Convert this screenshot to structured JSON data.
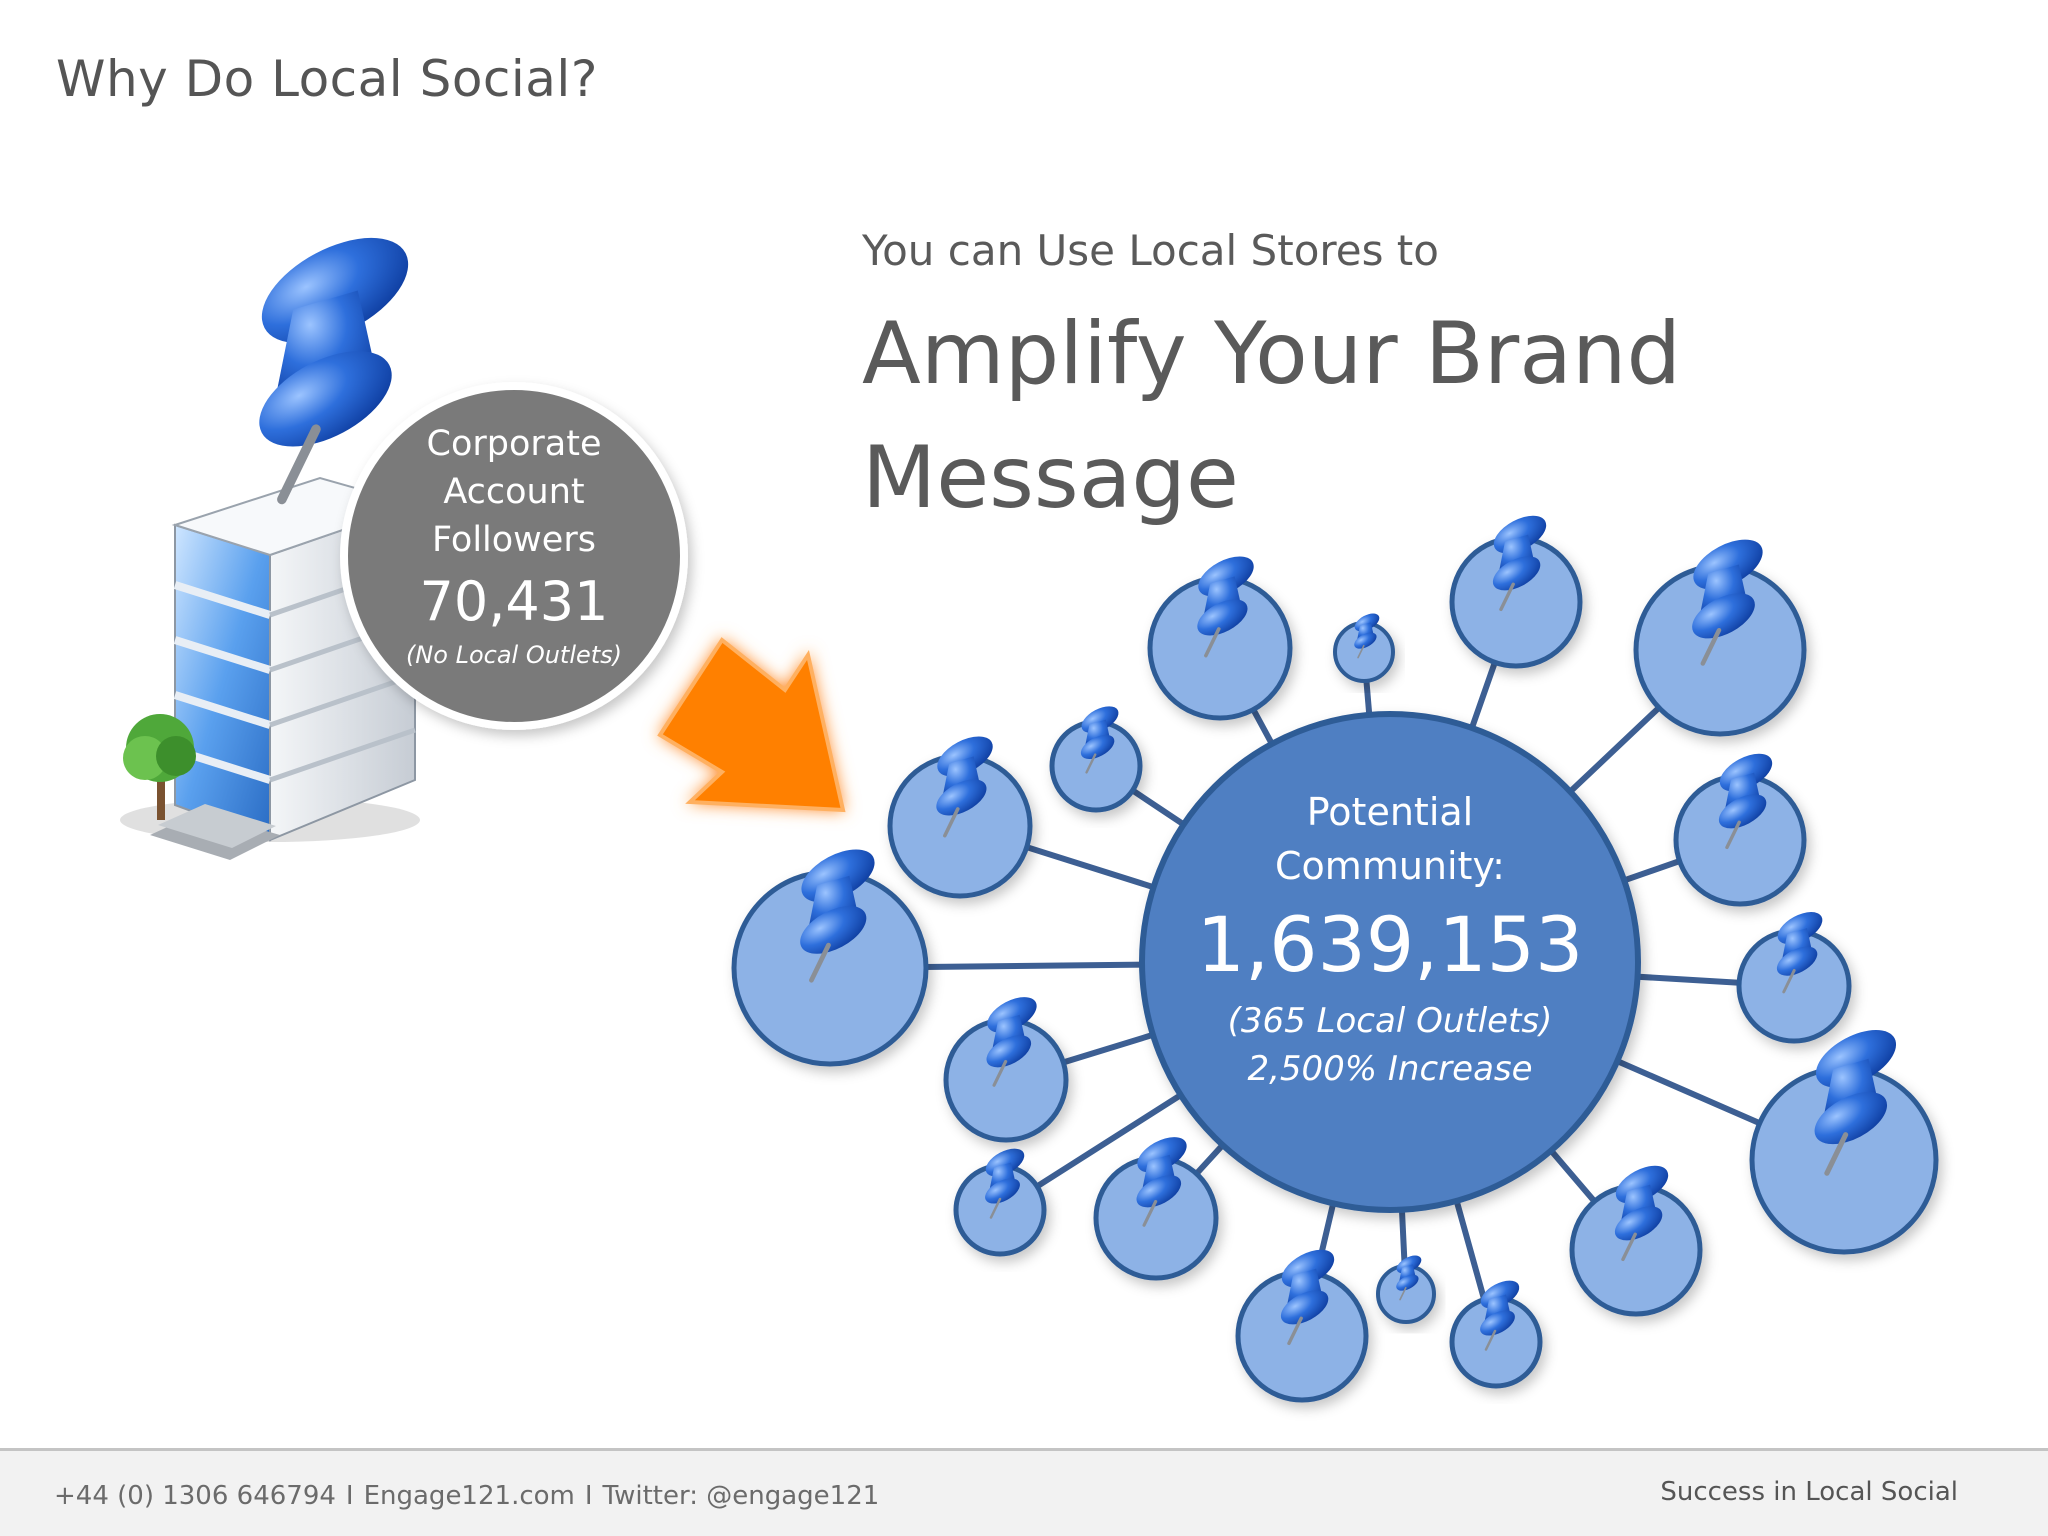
{
  "slide": {
    "title": "Why Do Local Social?",
    "subhead": "You can Use Local Stores to",
    "headline": "Amplify Your Brand Message"
  },
  "corporate": {
    "label_line1": "Corporate",
    "label_line2": "Account",
    "label_line3": "Followers",
    "count": "70,431",
    "note": "(No Local Outlets)"
  },
  "community": {
    "label_line1": "Potential",
    "label_line2": "Community:",
    "count": "1,639,153",
    "note_line1": "(365 Local Outlets)",
    "note_line2": "2,500% Increase"
  },
  "icons": {
    "building": "office-building-icon",
    "pin": "pushpin-icon",
    "arrow": "orange-arrow-icon",
    "tree": "tree-icon"
  },
  "colors": {
    "hub_fill": "#4f7fc2",
    "node_fill": "#8db2e6",
    "node_stroke": "#2f5b96",
    "corp_fill": "#7a7a7a",
    "arrow": "#ff8000"
  },
  "footer": {
    "phone": "+44 (0) 1306 646794",
    "site": "Engage121.com",
    "twitter": "Twitter: @engage121",
    "separator": "I",
    "tagline": "Success in Local Social"
  }
}
